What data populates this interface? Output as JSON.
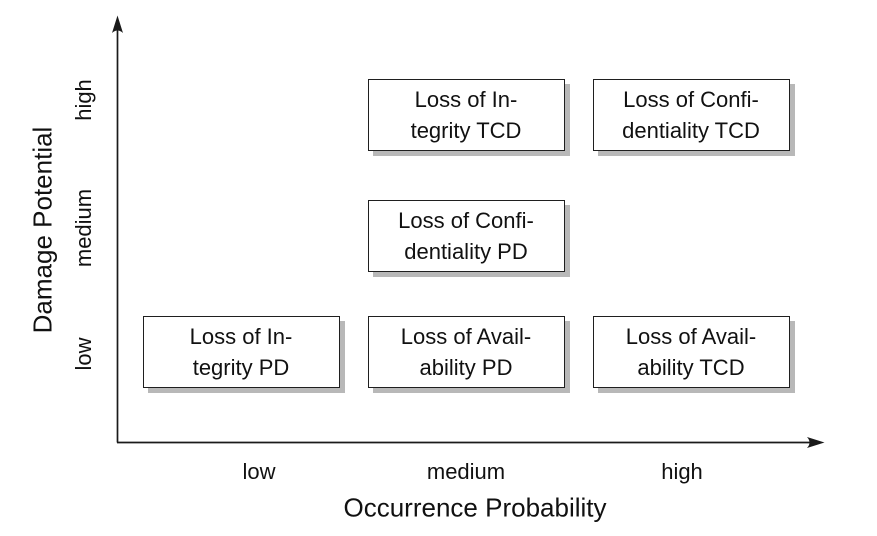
{
  "figure": {
    "x_axis": {
      "label": "Occurrence Probability",
      "ticks": [
        "low",
        "medium",
        "high"
      ]
    },
    "y_axis": {
      "label": "Damage Potential",
      "ticks": [
        "low",
        "medium",
        "high"
      ]
    },
    "boxes": [
      {
        "x": "medium",
        "y": "high",
        "lines": [
          "Loss of In-",
          "tegrity TCD"
        ]
      },
      {
        "x": "high",
        "y": "high",
        "lines": [
          "Loss of Confi-",
          "dentiality TCD"
        ]
      },
      {
        "x": "medium",
        "y": "medium",
        "lines": [
          "Loss of Confi-",
          "dentiality PD"
        ]
      },
      {
        "x": "low",
        "y": "low",
        "lines": [
          "Loss of In-",
          "tegrity PD"
        ]
      },
      {
        "x": "medium",
        "y": "low",
        "lines": [
          "Loss of Avail-",
          "ability PD"
        ]
      },
      {
        "x": "high",
        "y": "low",
        "lines": [
          "Loss of Avail-",
          "ability TCD"
        ]
      }
    ]
  },
  "chart_data": {
    "type": "scatter",
    "title": "",
    "xlabel": "Occurrence Probability",
    "ylabel": "Damage Potential",
    "x_ticks": [
      "low",
      "medium",
      "high"
    ],
    "y_ticks": [
      "low",
      "medium",
      "high"
    ],
    "grid": false,
    "legend": "none",
    "points": [
      {
        "x": "medium",
        "y": "high",
        "label": "Loss of Integrity TCD"
      },
      {
        "x": "high",
        "y": "high",
        "label": "Loss of Confidentiality TCD"
      },
      {
        "x": "medium",
        "y": "medium",
        "label": "Loss of Confidentiality PD"
      },
      {
        "x": "low",
        "y": "low",
        "label": "Loss of Integrity PD"
      },
      {
        "x": "medium",
        "y": "low",
        "label": "Loss of Availability PD"
      },
      {
        "x": "high",
        "y": "low",
        "label": "Loss of Availability TCD"
      }
    ]
  },
  "colors": {
    "background": "#ffffff",
    "axis": "#1a1a1a",
    "text": "#111111",
    "box_fill": "#ffffff",
    "box_border": "#1f1f1f",
    "box_shadow": "#b8b8b8"
  }
}
